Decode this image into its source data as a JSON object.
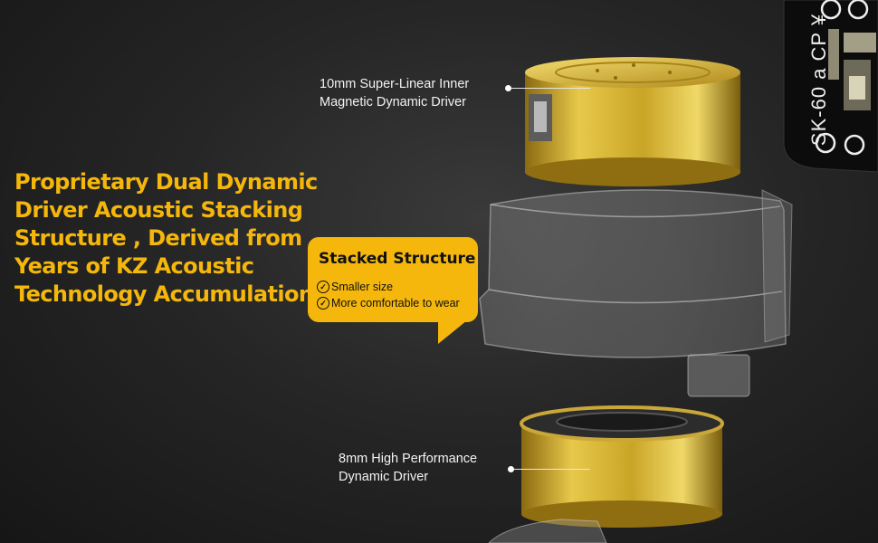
{
  "headline": {
    "lines": [
      "Proprietary Dual Dynamic",
      "Driver Acoustic Stacking",
      "Structure , Derived from",
      "Years of KZ Acoustic",
      "Technology Accumulation."
    ]
  },
  "callout": {
    "title": "Stacked Structure",
    "features": [
      "Smaller size",
      "More comfortable to wear"
    ]
  },
  "drivers": {
    "top": {
      "lines": [
        "10mm Super-Linear Inner",
        "Magnetic Dynamic Driver"
      ]
    },
    "bottom": {
      "lines": [
        "8mm High Performance",
        "Dynamic Driver"
      ]
    }
  },
  "pcb_label": "SK-60 a CP ¥",
  "colors": {
    "accent": "#f5b70c",
    "gold": "#c9a526",
    "background": "#262626"
  },
  "icons": {
    "check": "✓"
  }
}
